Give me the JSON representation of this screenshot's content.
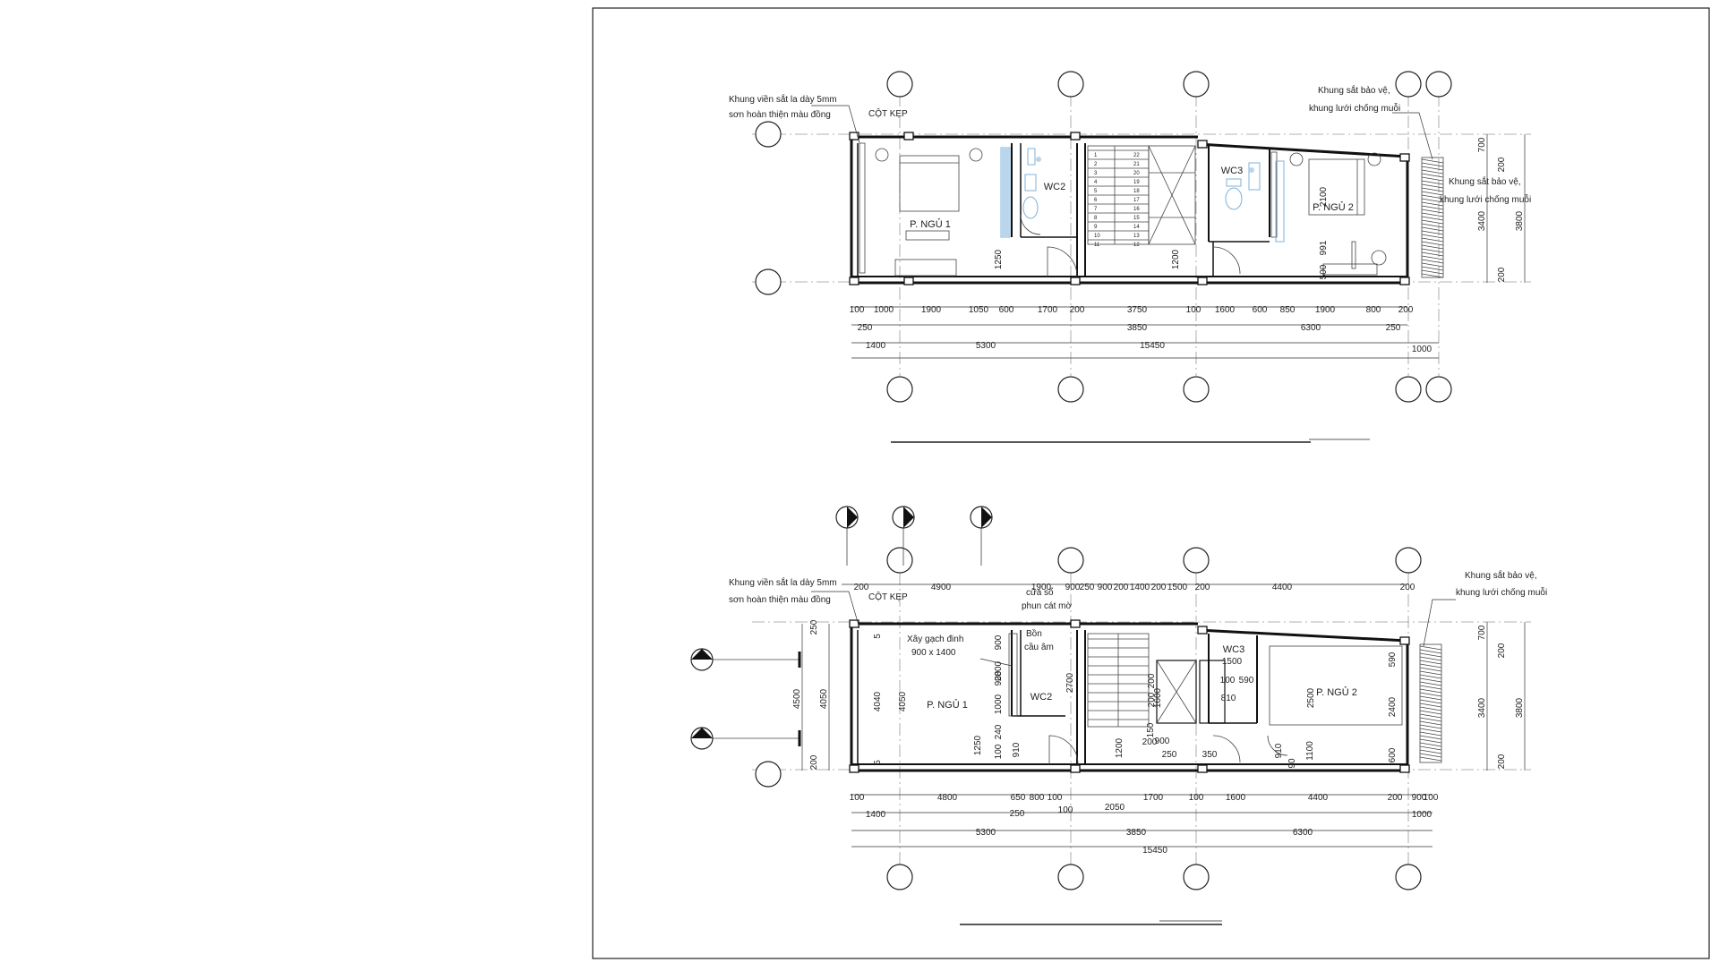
{
  "plan_top": {
    "room_labels": [
      "P. NGỦ 1",
      "WC2",
      "WC3",
      "P. NGỦ 2"
    ],
    "notes": {
      "frame_left_1": "Khung viền sắt la dày 5mm",
      "frame_left_2": "sơn hoàn thiện màu đồng",
      "column": "CỘT KẸP",
      "guard_top_1": "Khung sắt bảo vệ,",
      "guard_top_2": "khung lưới chống muỗi",
      "guard_right_1": "Khung sắt bảo vệ,",
      "guard_right_2": "khung lưới chống muỗi"
    },
    "stair_numbers": [
      "1",
      "2",
      "3",
      "4",
      "5",
      "6",
      "7",
      "8",
      "9",
      "10",
      "11",
      "12",
      "13",
      "14",
      "15",
      "16",
      "17",
      "18",
      "19",
      "20",
      "21",
      "22"
    ],
    "inner_dims": [
      "1250",
      "1200",
      "2100",
      "991",
      "500"
    ],
    "right_dims": [
      "700",
      "200",
      "3400",
      "200",
      "3800"
    ],
    "dim_row1": [
      "100",
      "1000",
      "1900",
      "1050",
      "600",
      "1700",
      "200",
      "3750",
      "100",
      "1600",
      "600",
      "850",
      "1900",
      "800",
      "200"
    ],
    "dim_row2": [
      "250",
      "3850",
      "6300",
      "250"
    ],
    "dim_row3": [
      "1400",
      "5300",
      "15450",
      "1000"
    ]
  },
  "plan_bottom": {
    "room_labels": [
      "P. NGỦ 1",
      "WC2",
      "WC3",
      "P. NGỦ 2"
    ],
    "notes": {
      "frame_left_1": "Khung viền sắt la dày 5mm",
      "frame_left_2": "sơn hoàn thiện màu đồng",
      "column": "CỘT KẸP",
      "brick_1": "Xây gạch đinh",
      "brick_2": "900 x 1400",
      "tub_1": "Bồn",
      "tub_2": "cầu âm",
      "window_1": "cửa sổ",
      "window_2": "phun cát mờ",
      "wc3_dim": "1500",
      "guard_1": "Khung sắt bảo vệ,",
      "guard_2": "khung lưới chống muỗi"
    },
    "top_dims": [
      "200",
      "4900",
      "1900",
      "900",
      "250",
      "900",
      "200",
      "1400",
      "200",
      "1500",
      "200",
      "4400",
      "200"
    ],
    "left_dims": [
      "250",
      "4500",
      "4050",
      "200"
    ],
    "inner_dims": [
      "5",
      "4040",
      "4050",
      "5",
      "2800",
      "900",
      "900",
      "1000",
      "240",
      "100",
      "1250",
      "910",
      "2700",
      "200",
      "200",
      "1600",
      "150",
      "1200",
      "200",
      "900",
      "250",
      "350",
      "100",
      "590",
      "810",
      "2500",
      "910",
      "90",
      "1100",
      "590",
      "2400",
      "600"
    ],
    "right_dims": [
      "700",
      "200",
      "3400",
      "200",
      "3800"
    ],
    "dim_row1": [
      "100",
      "4800",
      "650",
      "800",
      "100",
      "1700",
      "100",
      "1600",
      "4400",
      "200",
      "900",
      "100"
    ],
    "dim_row2": [
      "250",
      "100",
      "2050"
    ],
    "dim_row3": [
      "1400",
      "5300",
      "3850",
      "6300",
      "15450",
      "1000"
    ]
  }
}
